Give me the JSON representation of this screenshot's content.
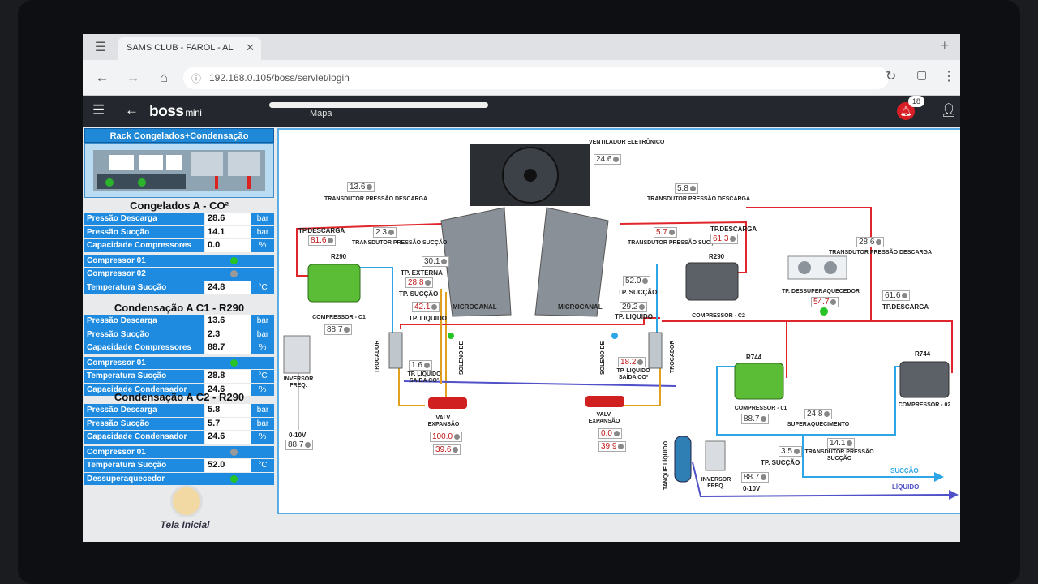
{
  "browser": {
    "tab_title": "SAMS CLUB - FAROL - AL",
    "url": "192.168.0.105/boss/servlet/login"
  },
  "app": {
    "logo": "boss",
    "logo_suffix": "mini",
    "page_title": "Mapa",
    "notifications": "18"
  },
  "left": {
    "rack_title": "Rack Congelados+Condensação",
    "sec1_title": "Congelados A - CO²",
    "sec1": [
      {
        "label": "Pressão Descarga",
        "value": "28.6",
        "unit": "bar"
      },
      {
        "label": "Pressão Sucção",
        "value": "14.1",
        "unit": "bar"
      },
      {
        "label": "Capacidade Compressores",
        "value": "0.0",
        "unit": "%"
      }
    ],
    "sec1_status": [
      {
        "label": "Compressor 01",
        "state": "on"
      },
      {
        "label": "Compressor 02",
        "state": "off"
      }
    ],
    "sec1_temp": {
      "label": "Temperatura Sucção",
      "value": "24.8",
      "unit": "°C"
    },
    "sec2_title": "Condensação A C1 - R290",
    "sec2": [
      {
        "label": "Pressão Descarga",
        "value": "13.6",
        "unit": "bar"
      },
      {
        "label": "Pressão Sucção",
        "value": "2.3",
        "unit": "bar"
      },
      {
        "label": "Capacidade Compressores",
        "value": "88.7",
        "unit": "%"
      }
    ],
    "sec2_status": {
      "label": "Compressor 01",
      "state": "on"
    },
    "sec2_tail": [
      {
        "label": "Temperatura Sucção",
        "value": "28.8",
        "unit": "°C"
      },
      {
        "label": "Capacidade Condensador",
        "value": "24.6",
        "unit": "%"
      }
    ],
    "sec3_title": "Condensação A C2 - R290",
    "sec3": [
      {
        "label": "Pressão Descarga",
        "value": "5.8",
        "unit": "bar"
      },
      {
        "label": "Pressão Sucção",
        "value": "5.7",
        "unit": "bar"
      },
      {
        "label": "Capacidade Condensador",
        "value": "24.6",
        "unit": "%"
      }
    ],
    "sec3_status": {
      "label": "Compressor 01",
      "state": "off"
    },
    "sec3_temp": {
      "label": "Temperatura Sucção",
      "value": "52.0",
      "unit": "°C"
    },
    "sec3_desup": {
      "label": "Dessuperaquecedor",
      "state": "on"
    },
    "home_label": "Tela Inicial"
  },
  "diagram": {
    "fan_label": "VENTILADOR ELETRÔNICO",
    "fan_value": "24.6",
    "left_disc_press": "13.6",
    "transducer_disc_label": "TRANSDUTOR PRESSÃO DESCARGA",
    "tp_desc_label": "TP.DESCARGA",
    "tp_desc_left": "81.6",
    "suc_press_left": "2.3",
    "transducer_suc_label": "TRANSDUTOR PRESSÃO SUCÇÃO",
    "r290": "R290",
    "tp_ext_label": "TP. EXTERNA",
    "tp_ext": "30.1",
    "tp_suc_label": "TP. SUCÇÃO",
    "tp_suc_left": "28.8",
    "tp_liq_label": "TP. LIQUIDO",
    "tp_liq_left": "42.1",
    "comp_c1_label": "COMPRESSOR - C1",
    "comp_c1_value": "88.7",
    "microcanal": "MICROCANAL",
    "trocador": "TROCADOR",
    "solenoide": "SOLENOIDE",
    "tp_liq_saida_label": "TP. LIQUIDO SAÍDA CO²",
    "tp_liq_saida_left": "1.6",
    "inversor_label": "INVERSOR FREQ.",
    "inv_range": "0-10V",
    "inv_value_left": "88.7",
    "valv_exp_label": "VALV. EXPANSÃO",
    "valv_left_1": "100.0",
    "valv_left_2": "39.6",
    "right_disc_press": "5.8",
    "right_suc_press": "5.7",
    "tp_desc_right": "61.3",
    "tp_suc_right": "52.0",
    "tp_liq_right": "29.2",
    "comp_c2_label": "COMPRESSOR - C2",
    "tp_liq_saida_right": "18.2",
    "valv_right_1": "0.0",
    "valv_right_2": "39.9",
    "tanque_label": "TANQUE LÍQUIDO",
    "desup_label": "TP. DESSUPERAQUECEDOR",
    "desup_value": "54.7",
    "co2_disc_press": "28.6",
    "co2_tp_desc": "61.6",
    "r744": "R744",
    "comp_01_label": "COMPRESSOR - 01",
    "comp_01_value": "88.7",
    "comp_02_label": "COMPRESSOR - 02",
    "superaq_label": "SUPERAQUECIMENTO",
    "superaq_value": "24.8",
    "co2_suc_press": "14.1",
    "co2_tp_suc": "3.5",
    "inv_value_right": "88.7",
    "succao_label": "SUCÇÃO",
    "liquido_label": "LÍQUIDO"
  },
  "colors": {
    "hot_line": "#e0262a",
    "cold_line": "#2ea6e6",
    "liquid_line": "#e0a020",
    "return_line": "#5050c8",
    "panel_blue": "#1e8be0"
  }
}
